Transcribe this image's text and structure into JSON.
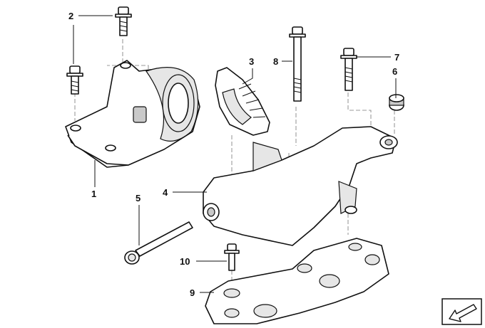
{
  "diagram": {
    "callouts": [
      {
        "id": "1",
        "label": "1"
      },
      {
        "id": "2",
        "label": "2"
      },
      {
        "id": "3",
        "label": "3"
      },
      {
        "id": "4",
        "label": "4"
      },
      {
        "id": "5",
        "label": "5"
      },
      {
        "id": "6",
        "label": "6"
      },
      {
        "id": "7",
        "label": "7"
      },
      {
        "id": "8",
        "label": "8"
      },
      {
        "id": "9",
        "label": "9"
      },
      {
        "id": "10",
        "label": "10"
      }
    ],
    "icons": {
      "corner": "direction-arrow-icon"
    }
  }
}
